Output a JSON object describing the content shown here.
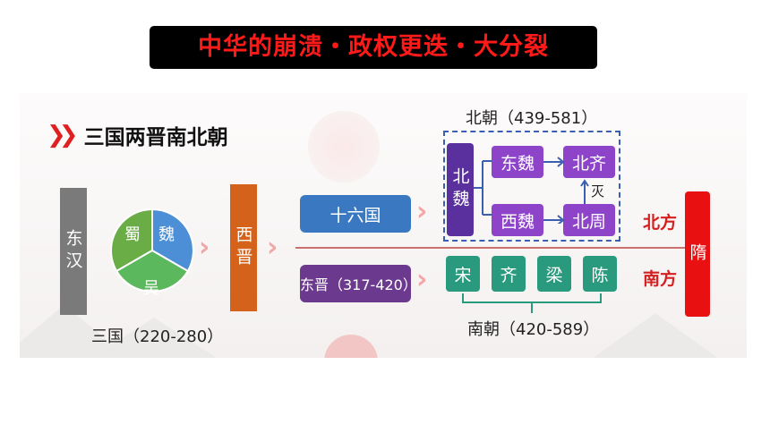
{
  "title": "中华的崩溃・政权更迭・大分裂",
  "section": {
    "title": "三国两晋南北朝"
  },
  "nodes": {
    "donghan": "东汉",
    "shu": "蜀",
    "wei": "魏",
    "wu": "吴",
    "sanguo_label": "三国（220-280）",
    "xijin": "西晋",
    "shiliuguo": "十六国",
    "dongjin": "东晋（317-420）",
    "beichao_label": "北朝（439-581）",
    "beiwei": "北魏",
    "dongwei": "东魏",
    "beiqi": "北齐",
    "xiwei": "西魏",
    "beizhou": "北周",
    "mie": "灭",
    "nanchao": [
      "宋",
      "齐",
      "梁",
      "陈"
    ],
    "nanchao_label": "南朝（420-589）",
    "north": "北方",
    "south": "南方",
    "sui": "隋"
  },
  "colors": {
    "title_text": "#ff1a1a",
    "donghan": "#7a7a7a",
    "shu": "#6aac45",
    "wei": "#4d8fd6",
    "wu": "#5cb85c",
    "xijin": "#d4621a",
    "shiliuguo": "#3a79c2",
    "dongjin": "#6b3a8e",
    "beichao": "#8e44c9",
    "nanchao": "#2a9a7e",
    "sui": "#e81010"
  }
}
